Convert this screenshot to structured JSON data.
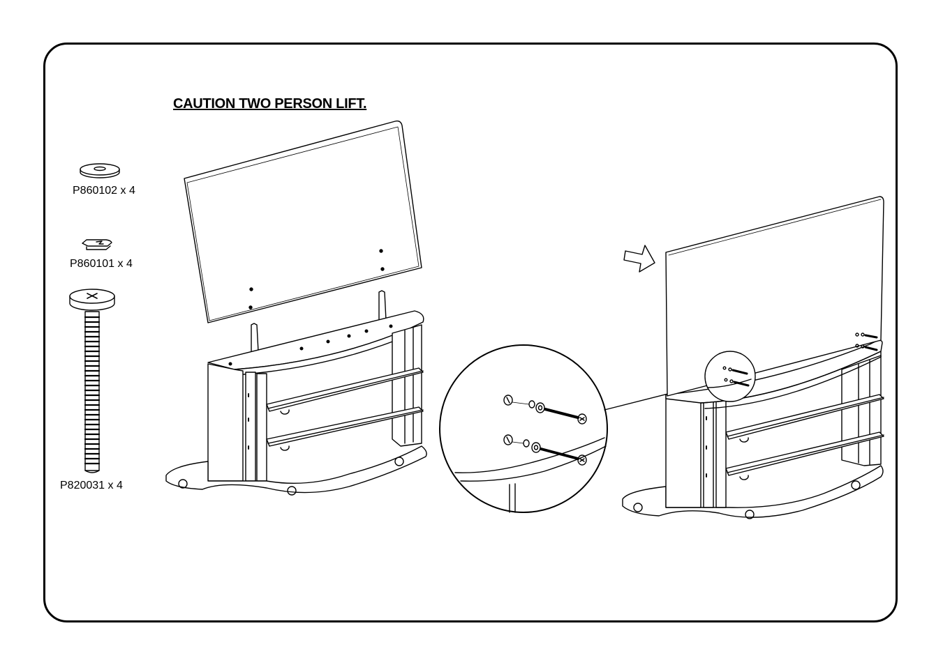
{
  "title": "CAUTION TWO PERSON LIFT.",
  "parts": [
    {
      "code": "P860102 x 4",
      "icon": "washer-icon"
    },
    {
      "code": "P860101 x 4",
      "icon": "lock-washer-icon"
    },
    {
      "code": "P820031 x 4",
      "icon": "bolt-icon"
    }
  ],
  "colors": {
    "line": "#000000",
    "background": "#ffffff"
  }
}
